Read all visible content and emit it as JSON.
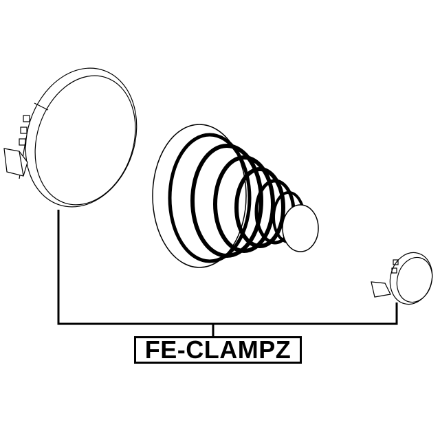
{
  "diagram": {
    "part_number": "FE-CLAMPZ",
    "components": [
      {
        "name": "large-boot-clamp",
        "position": "upper-left"
      },
      {
        "name": "cv-joint-boot",
        "position": "center"
      },
      {
        "name": "small-boot-clamp",
        "position": "right"
      }
    ],
    "colors": {
      "line": "#000000",
      "background": "#ffffff"
    }
  }
}
